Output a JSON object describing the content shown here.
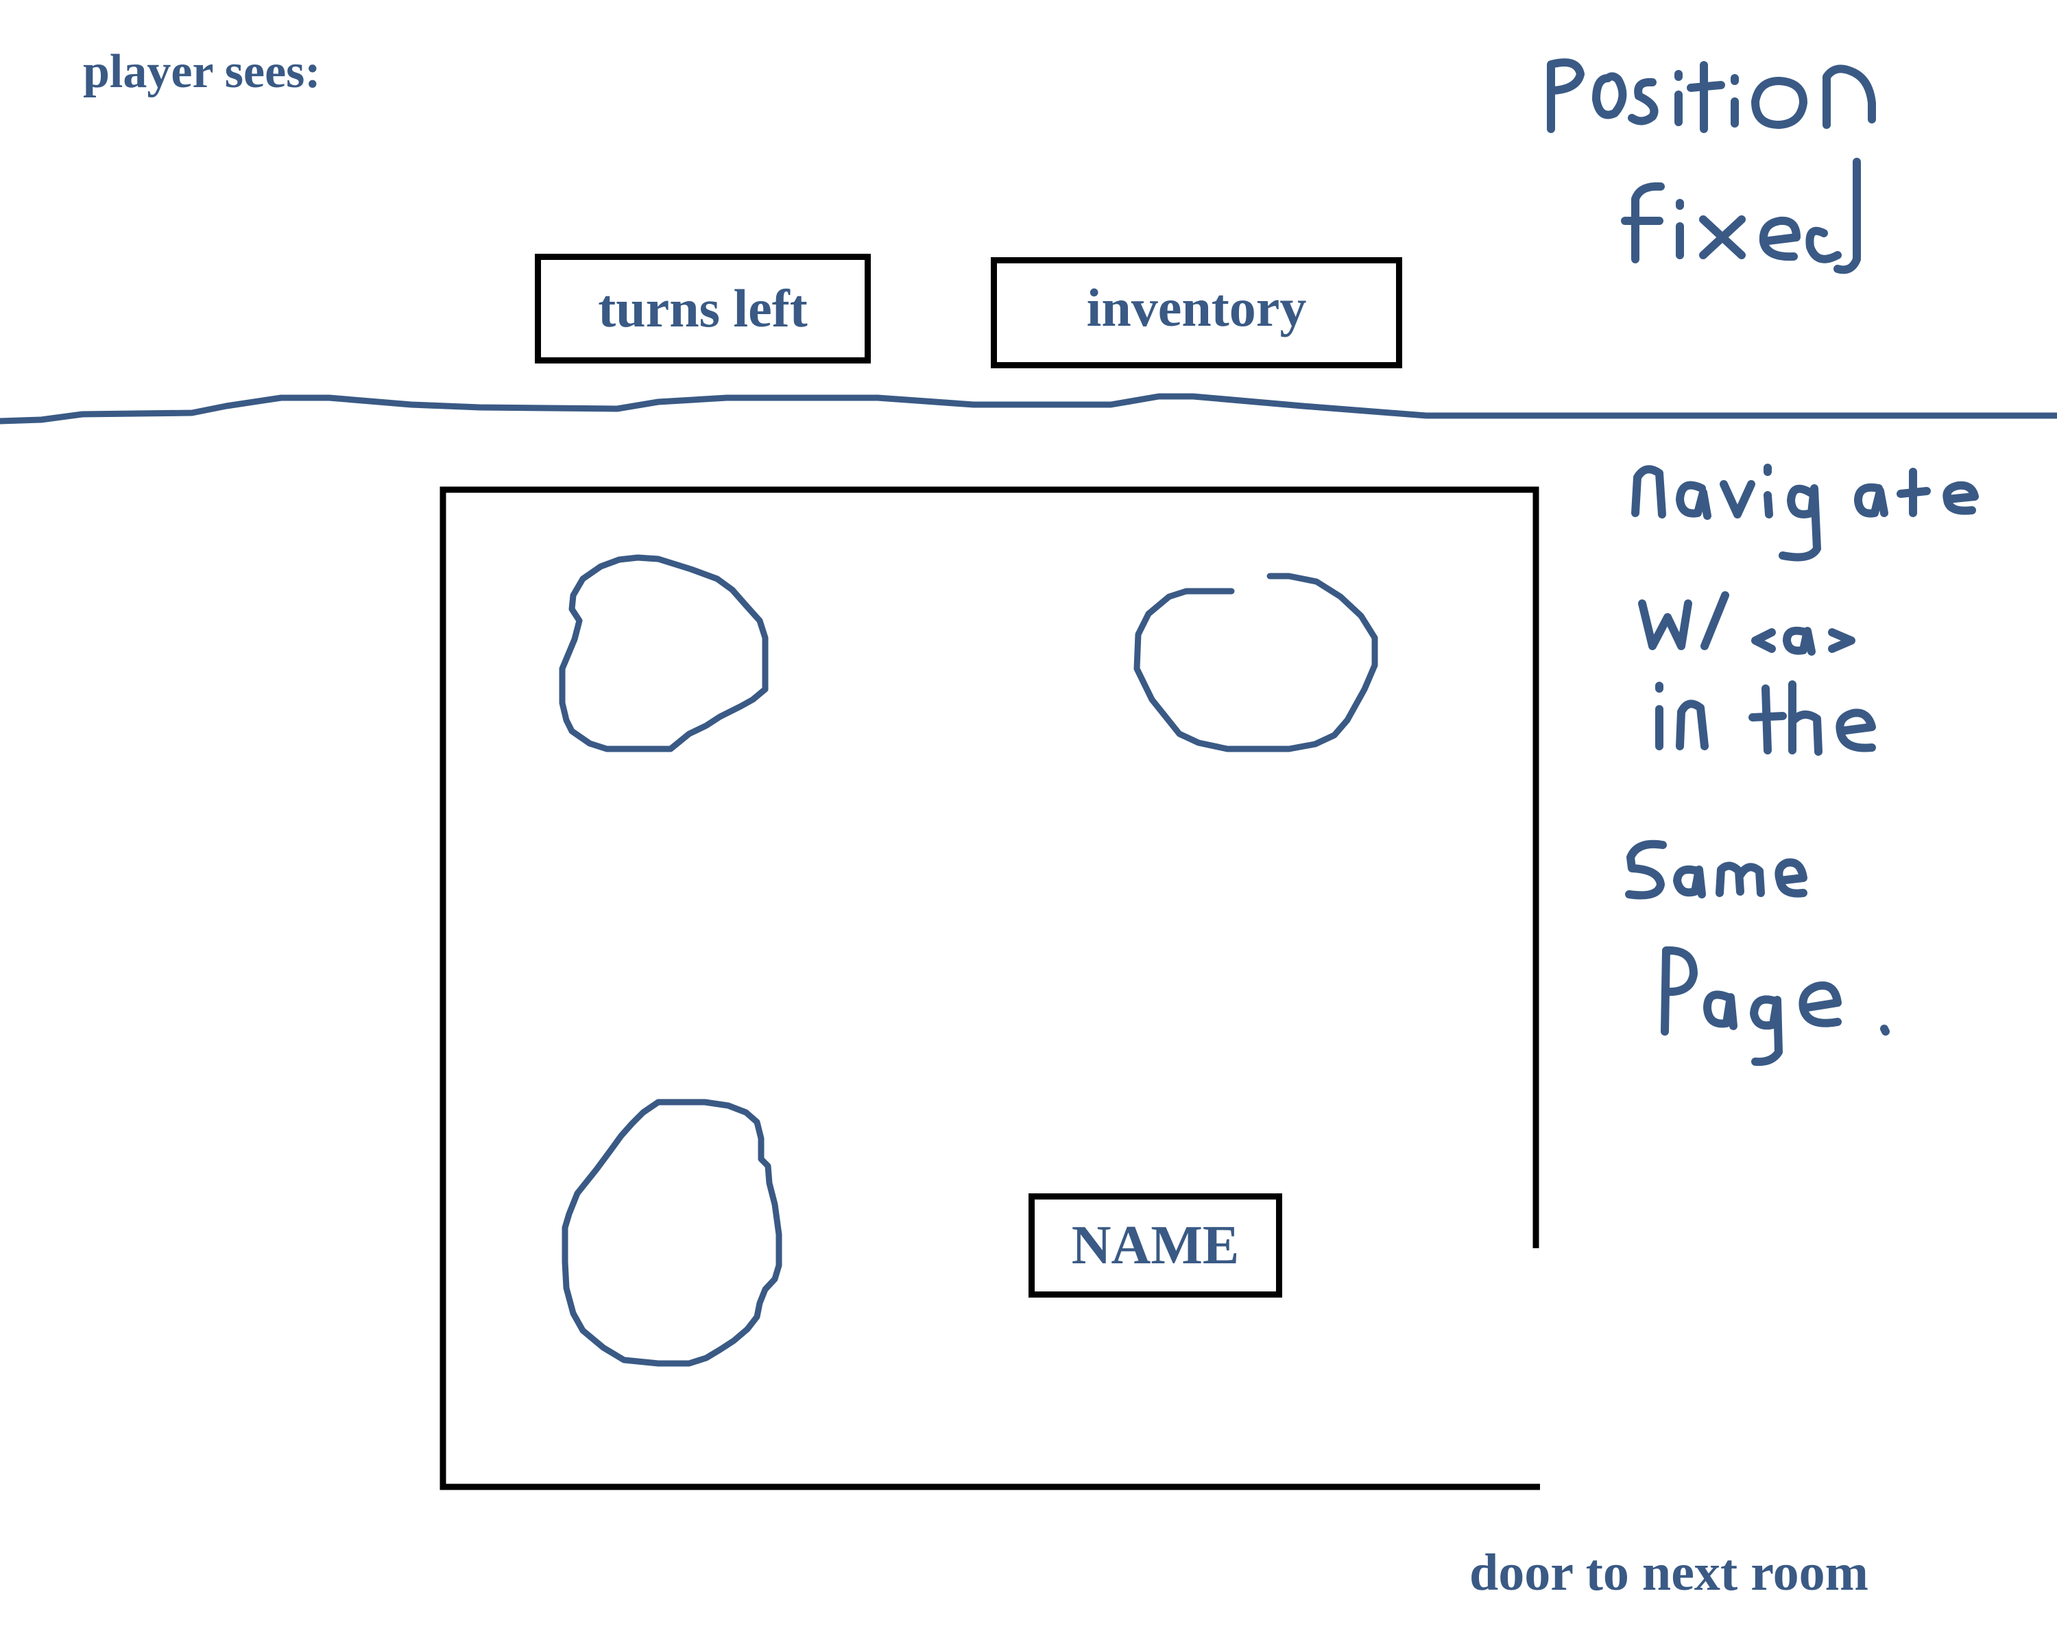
{
  "labels": {
    "player_sees": "player sees:",
    "door_to_next_room": "door to next room"
  },
  "hud": {
    "turns_left": "turns left",
    "inventory": "inventory"
  },
  "room": {
    "name_label": "NAME"
  },
  "handwritten_notes": {
    "hud_note": "Position fixed",
    "room_note": "navigate w/ <a> in the same page."
  },
  "colors": {
    "ink": "#3a5a85",
    "wall": "#000000",
    "background": "#ffffff"
  }
}
